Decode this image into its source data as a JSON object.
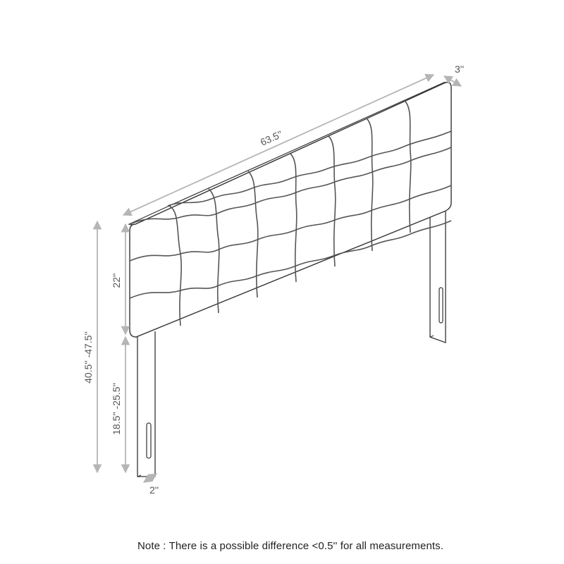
{
  "dimensions": {
    "width": "63.5''",
    "depth": "3''",
    "panel_height": "22''",
    "total_height": "40.5'' -47.5''",
    "leg_height": "18.5'' -25.5''",
    "leg_width": "2''"
  },
  "note": "Note : There is a possible difference <0.5'' for all measurements.",
  "colors": {
    "outline": "#333333",
    "tuft_line": "#555555",
    "dimension_arrow": "#b5b5b5",
    "dimension_text": "#555555"
  }
}
